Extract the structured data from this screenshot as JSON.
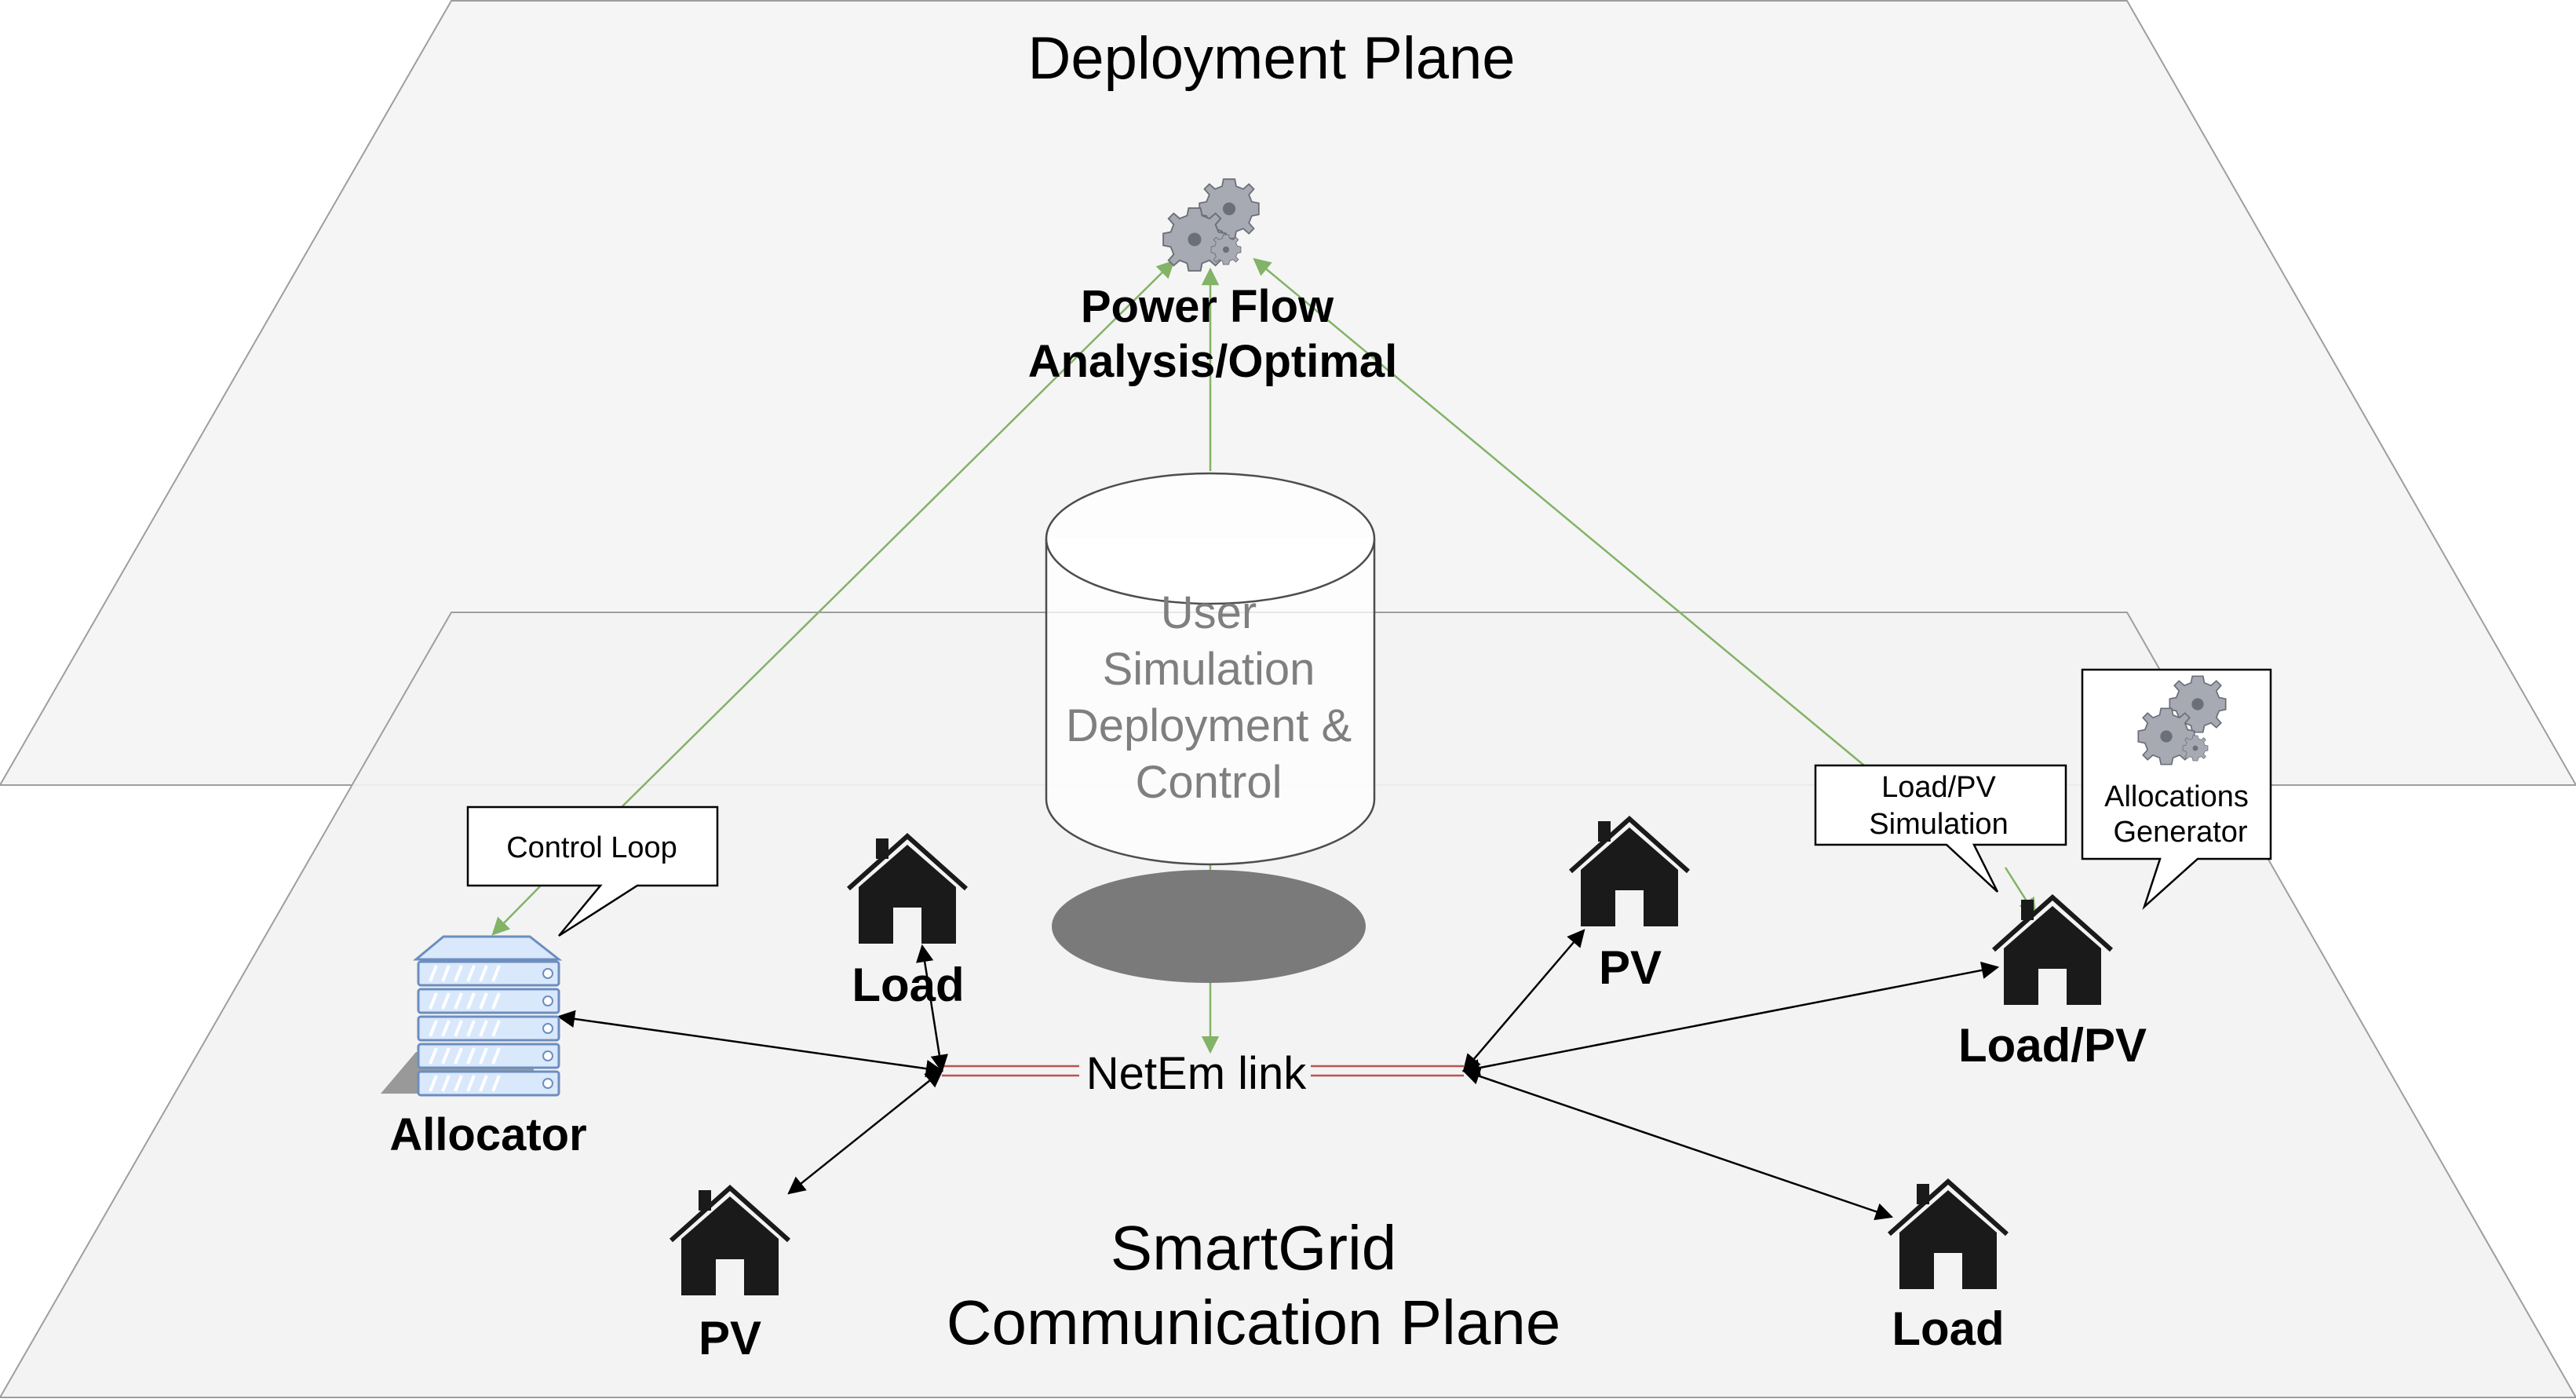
{
  "planes": {
    "deployment": "Deployment Plane",
    "communication_line1": "SmartGrid",
    "communication_line2": "Communication Plane"
  },
  "power_flow": {
    "line1": "Power Flow",
    "line2": "Analysis/Optimal",
    "icon": "gears-icon"
  },
  "database": {
    "line1": "User",
    "line2": "Simulation",
    "line3": "Deployment &",
    "line4": "Control",
    "icon": "cylinder-database"
  },
  "netem_label": "NetEm link",
  "nodes": {
    "allocator": "Allocator",
    "load_top": "Load",
    "pv_bottom_left": "PV",
    "pv_right": "PV",
    "load_pv": "Load/PV",
    "load_bottom_right": "Load"
  },
  "callouts": {
    "control_loop": "Control Loop",
    "loadpv_sim_line1": "Load/PV",
    "loadpv_sim_line2": "Simulation",
    "alloc_gen_line1": "Allocations",
    "alloc_gen_line2": "Generator"
  },
  "colors": {
    "plane_fill": "#f5f5f5",
    "plane_stroke": "#9e9e9e",
    "green_arrow": "#82b366",
    "netem_red": "#b85450",
    "house": "#1a1a1a",
    "server_blue": "#6c8ebf"
  }
}
